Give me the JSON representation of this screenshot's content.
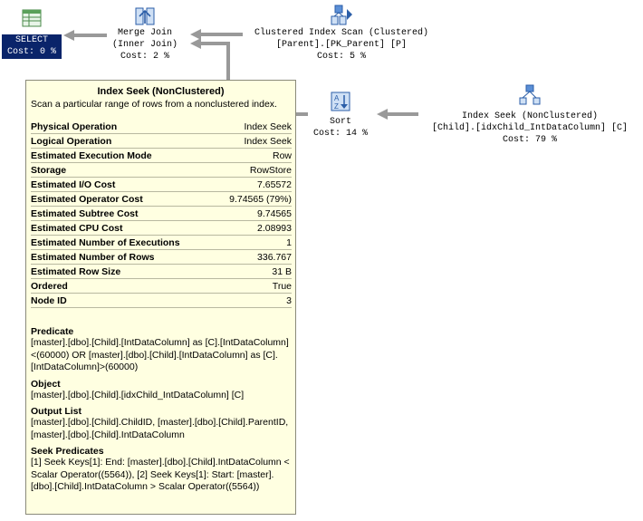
{
  "select_node": {
    "label": "SELECT",
    "cost": "Cost: 0 %"
  },
  "merge_node": {
    "label": "Merge Join",
    "sublabel": "(Inner Join)",
    "cost": "Cost: 2 %"
  },
  "cis_node": {
    "label": "Clustered Index Scan (Clustered)",
    "sublabel": "[Parent].[PK_Parent] [P]",
    "cost": "Cost: 5 %"
  },
  "sort_node": {
    "label": "Sort",
    "cost": "Cost: 14 %"
  },
  "seek_node": {
    "label": "Index Seek (NonClustered)",
    "sublabel": "[Child].[idxChild_IntDataColumn] [C]",
    "cost": "Cost: 79 %"
  },
  "tooltip": {
    "title": "Index Seek (NonClustered)",
    "description": "Scan a particular range of rows from a nonclustered index.",
    "rows": [
      {
        "key": "Physical Operation",
        "value": "Index Seek"
      },
      {
        "key": "Logical Operation",
        "value": "Index Seek"
      },
      {
        "key": "Estimated Execution Mode",
        "value": "Row"
      },
      {
        "key": "Storage",
        "value": "RowStore"
      },
      {
        "key": "Estimated I/O Cost",
        "value": "7.65572"
      },
      {
        "key": "Estimated Operator Cost",
        "value": "9.74565 (79%)"
      },
      {
        "key": "Estimated Subtree Cost",
        "value": "9.74565"
      },
      {
        "key": "Estimated CPU Cost",
        "value": "2.08993"
      },
      {
        "key": "Estimated Number of Executions",
        "value": "1"
      },
      {
        "key": "Estimated Number of Rows",
        "value": "336.767"
      },
      {
        "key": "Estimated Row Size",
        "value": "31 B"
      },
      {
        "key": "Ordered",
        "value": "True"
      },
      {
        "key": "Node ID",
        "value": "3"
      }
    ],
    "predicate_h": "Predicate",
    "predicate": "[master].[dbo].[Child].[IntDataColumn] as [C].[IntDataColumn]<(60000) OR [master].[dbo].[Child].[IntDataColumn] as [C].[IntDataColumn]>(60000)",
    "object_h": "Object",
    "object": "[master].[dbo].[Child].[idxChild_IntDataColumn] [C]",
    "output_h": "Output List",
    "output": "[master].[dbo].[Child].ChildID, [master].[dbo].[Child].ParentID, [master].[dbo].[Child].IntDataColumn",
    "seek_h": "Seek Predicates",
    "seek": "[1] Seek Keys[1]: End: [master].[dbo].[Child].IntDataColumn < Scalar Operator((5564)), [2] Seek Keys[1]: Start: [master].[dbo].[Child].IntDataColumn > Scalar Operator((5564))"
  }
}
